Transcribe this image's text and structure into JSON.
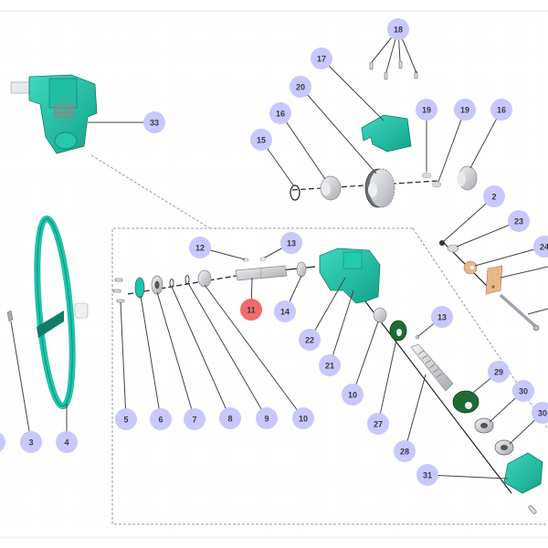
{
  "diagram": {
    "title": "Gearbox assembly exploded view",
    "colors": {
      "callout_fill": "#c9c8fb",
      "callout_highlight_fill": "#f26b6b",
      "callout_text": "#3a3a4a",
      "part_teal": "#1fc3a8",
      "part_teal_dark": "#119a84",
      "part_green": "#1f6b36",
      "part_tan": "#e6b88c",
      "part_steel": "#c9cbd0",
      "leader_line": "#444444",
      "frame_dash": "#9a9a9a"
    },
    "highlighted_callout": "11",
    "callouts": [
      {
        "id": "c18",
        "label": "18",
        "highlight": false
      },
      {
        "id": "c17",
        "label": "17",
        "highlight": false
      },
      {
        "id": "c20",
        "label": "20",
        "highlight": false
      },
      {
        "id": "c16a",
        "label": "16",
        "highlight": false
      },
      {
        "id": "c15",
        "label": "15",
        "highlight": false
      },
      {
        "id": "c19a",
        "label": "19",
        "highlight": false
      },
      {
        "id": "c19b",
        "label": "19",
        "highlight": false
      },
      {
        "id": "c16b",
        "label": "16",
        "highlight": false
      },
      {
        "id": "c33",
        "label": "33",
        "highlight": false
      },
      {
        "id": "c2",
        "label": "2",
        "highlight": false
      },
      {
        "id": "c23",
        "label": "23",
        "highlight": false
      },
      {
        "id": "c24",
        "label": "24",
        "highlight": false
      },
      {
        "id": "c12",
        "label": "12",
        "highlight": false
      },
      {
        "id": "c13a",
        "label": "13",
        "highlight": false
      },
      {
        "id": "c11",
        "label": "11",
        "highlight": true
      },
      {
        "id": "c14",
        "label": "14",
        "highlight": false
      },
      {
        "id": "c22",
        "label": "22",
        "highlight": false
      },
      {
        "id": "c21",
        "label": "21",
        "highlight": false
      },
      {
        "id": "c13b",
        "label": "13",
        "highlight": false
      },
      {
        "id": "c10a",
        "label": "10",
        "highlight": false
      },
      {
        "id": "c10b",
        "label": "10",
        "highlight": false
      },
      {
        "id": "c27",
        "label": "27",
        "highlight": false
      },
      {
        "id": "c29",
        "label": "29",
        "highlight": false
      },
      {
        "id": "c30a",
        "label": "30",
        "highlight": false
      },
      {
        "id": "c30b",
        "label": "30",
        "highlight": false
      },
      {
        "id": "c28",
        "label": "28",
        "highlight": false
      },
      {
        "id": "c31",
        "label": "31",
        "highlight": false
      },
      {
        "id": "c5",
        "label": "5",
        "highlight": false
      },
      {
        "id": "c6",
        "label": "6",
        "highlight": false
      },
      {
        "id": "c7",
        "label": "7",
        "highlight": false
      },
      {
        "id": "c8",
        "label": "8",
        "highlight": false
      },
      {
        "id": "c9",
        "label": "9",
        "highlight": false
      },
      {
        "id": "c3",
        "label": "3",
        "highlight": false
      },
      {
        "id": "c4",
        "label": "4",
        "highlight": false
      },
      {
        "id": "c1",
        "label": "",
        "highlight": false
      }
    ]
  }
}
